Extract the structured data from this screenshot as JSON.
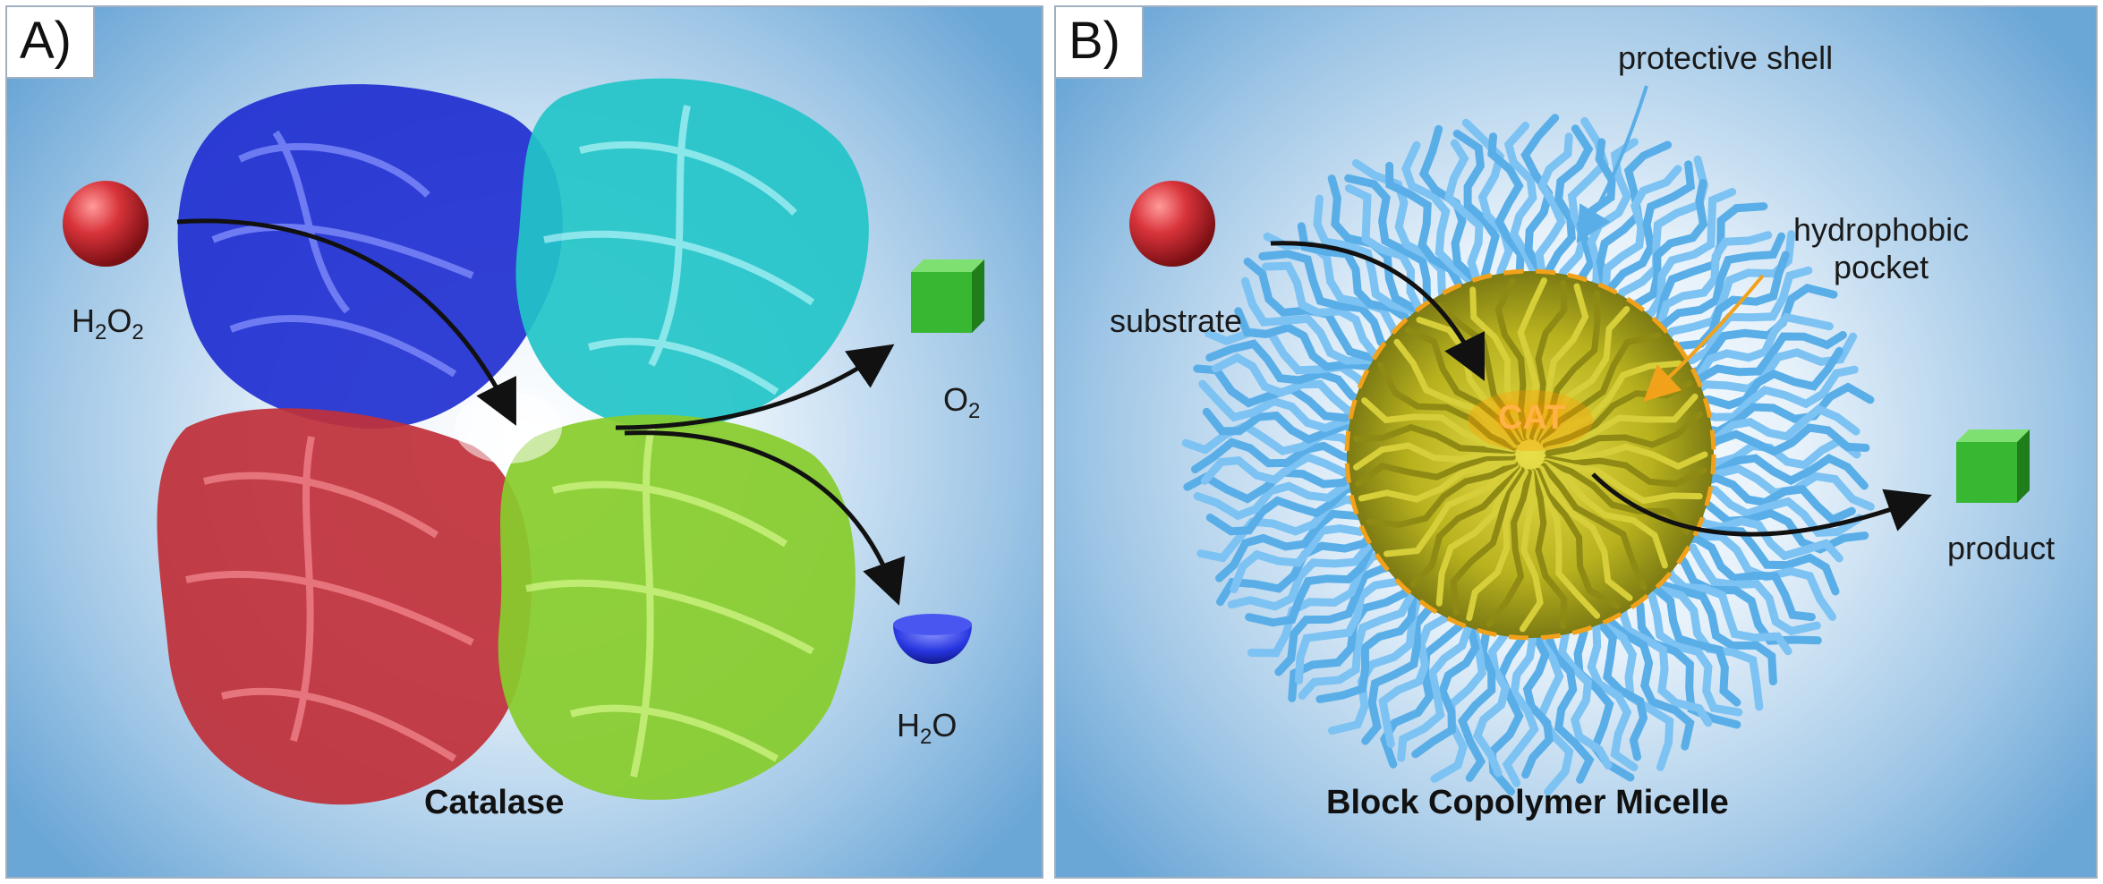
{
  "panel_a": {
    "tag": "A)",
    "caption": "Catalase",
    "reactant": {
      "base": "H",
      "sub1": "2",
      "mid": "O",
      "sub2": "2"
    },
    "product1": {
      "base": "O",
      "sub": "2"
    },
    "product2": {
      "base": "H",
      "sub": "2",
      "tail": "O"
    }
  },
  "panel_b": {
    "tag": "B)",
    "caption": "Block Copolymer Micelle",
    "shell_label": "protective shell",
    "pocket_label_line1": "hydrophobic",
    "pocket_label_line2": "pocket",
    "substrate_label": "substrate",
    "product_label": "product",
    "core_label": "CAT"
  },
  "colors": {
    "subunit_blue": "#1f2fd0",
    "subunit_cyan": "#22c4c8",
    "subunit_red": "#c0303a",
    "subunit_green": "#86cc2c",
    "reactant_red": "#d8333a",
    "product_green": "#38b832",
    "water_blue": "#2836e0",
    "shell_blue": "#5aaee8",
    "core_yellow": "#b8b21e",
    "pocket_orange": "#f2a21a"
  }
}
